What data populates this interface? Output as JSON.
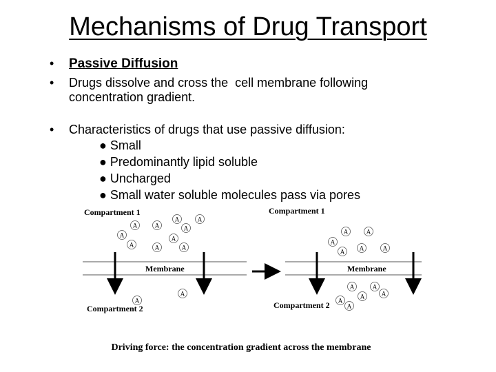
{
  "slide": {
    "title": "Mechanisms of Drug Transport",
    "bullet_char": "•",
    "bullets": [
      {
        "text": "Passive Diffusion"
      },
      {
        "text": "Drugs dissolve and cross the  cell membrane following",
        "text2": "concentration gradient."
      },
      {
        "text": "Characteristics of drugs that use passive diffusion:"
      }
    ],
    "sub_bullets": [
      "● Small",
      "● Predominantly lipid soluble",
      "● Uncharged",
      "● Small water soluble molecules pass via pores"
    ]
  },
  "figure": {
    "left": {
      "compartment1": "Compartment 1",
      "membrane": "Membrane",
      "compartment2": "Compartment 2"
    },
    "right": {
      "compartment1": "Compartment 1",
      "membrane": "Membrane",
      "compartment2": "Compartment 2"
    },
    "molecule_label": "A",
    "caption": "Driving force: the concentration gradient across the membrane"
  }
}
